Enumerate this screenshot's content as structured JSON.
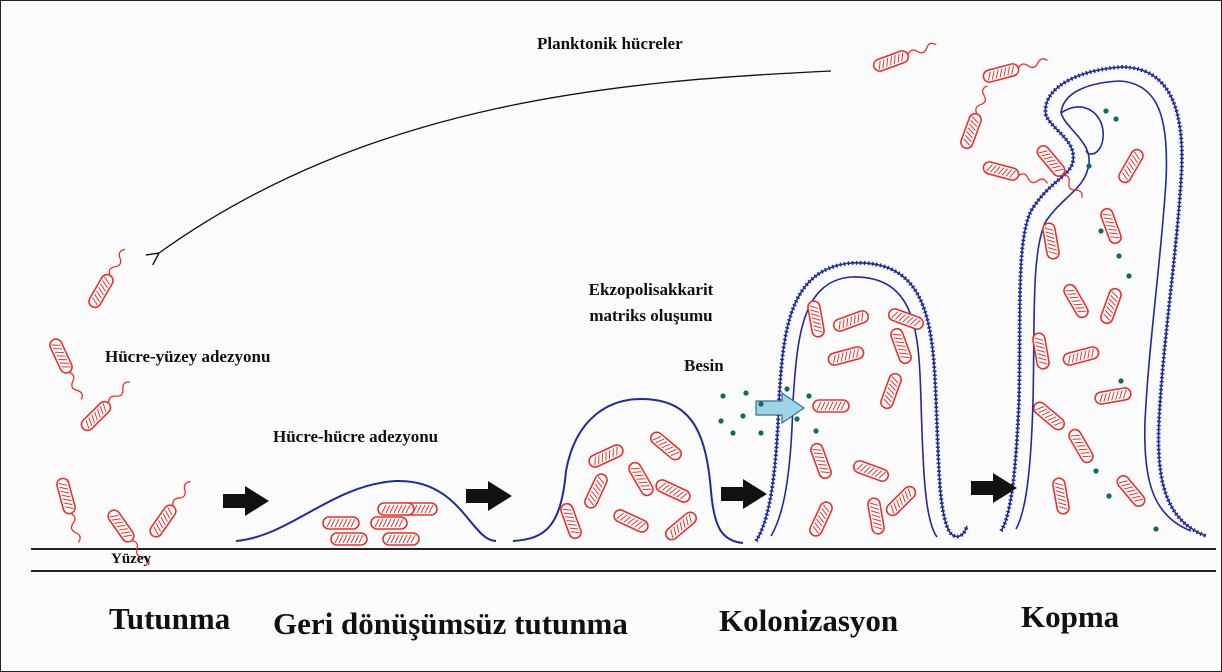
{
  "labels": {
    "planktonic": "Planktonik hücreler",
    "cell_surface": "Hücre-yüzey adezyonu",
    "cell_cell": "Hücre-hücre adezyonu",
    "eps": "Ekzopolisakkarit matriks oluşumu",
    "nutrient": "Besin",
    "surface": "Yüzey"
  },
  "stages": [
    "Tutunma",
    "Geri dönüşümsüz tutunma",
    "Kolonizasyon",
    "Kopma"
  ],
  "colors": {
    "bacteria": "#e8312c",
    "matrix": "#1f2a9c",
    "nutrient": "#0f6b5c",
    "nutrient_arrow": "#9fd3e6",
    "arrow": "#111111",
    "line": "#222222"
  }
}
